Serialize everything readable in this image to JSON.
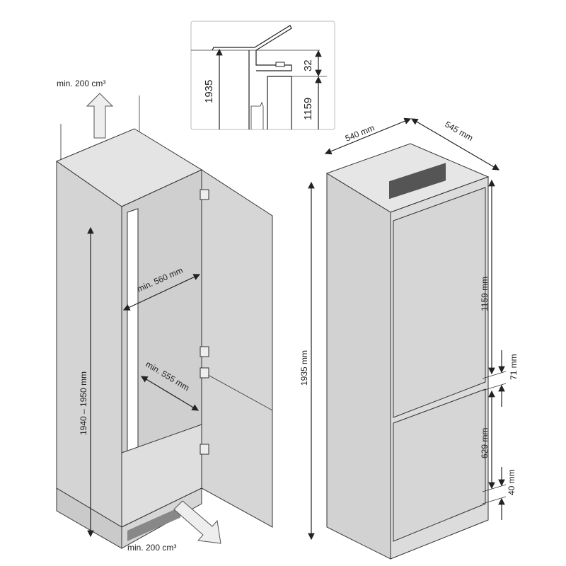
{
  "cabinet": {
    "vent_top_label": "min. 200 cm³",
    "vent_bottom_label": "min. 200 cm³",
    "height_label": "1940 – 1950 mm",
    "width_label": "min. 560 mm",
    "depth_label": "min. 555 mm"
  },
  "detail": {
    "height_total": "1935",
    "gap": "32",
    "door_height": "1159"
  },
  "fridge": {
    "width_label": "540 mm",
    "depth_label": "545 mm",
    "height_label": "1935 mm",
    "upper_door_label": "1159 mm",
    "middle_gap_label": "71 mm",
    "lower_door_label": "629 mm",
    "bottom_gap_label": "40 mm"
  },
  "colors": {
    "panel": "#d9d9d9",
    "panel_dark": "#c4c4c4",
    "line": "#222222"
  }
}
